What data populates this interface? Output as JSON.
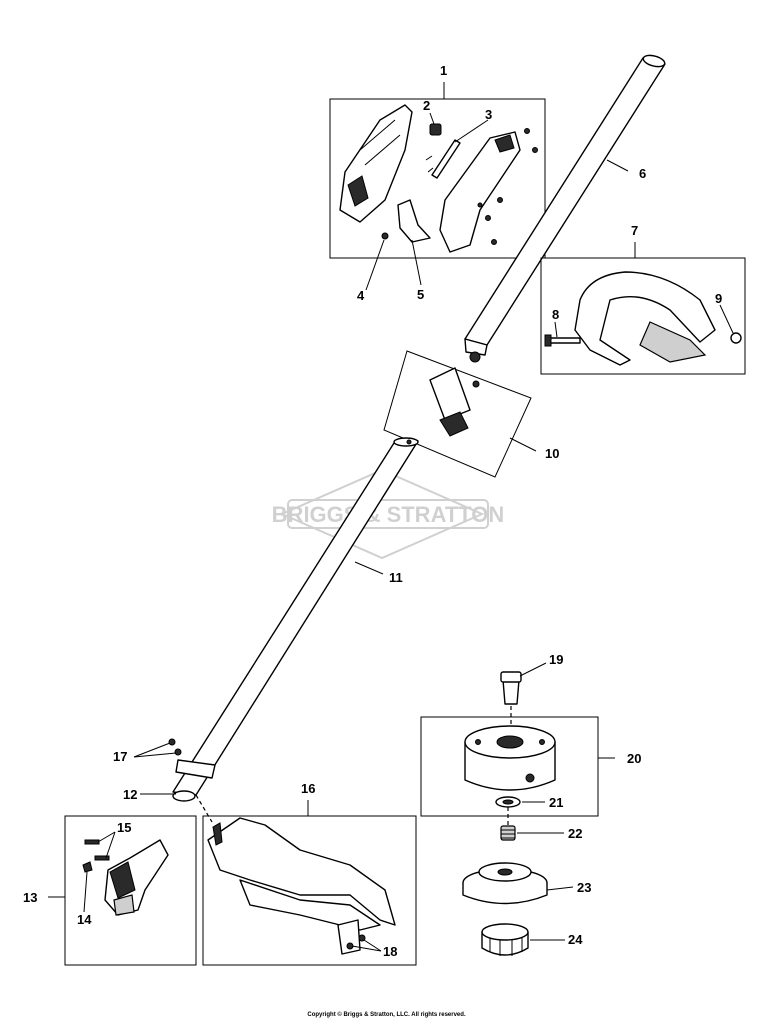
{
  "diagram": {
    "watermark": "BRIGGS & STRATTON",
    "copyright": "Copyright © Briggs & Stratton, LLC. All rights reserved.",
    "callouts": [
      "1",
      "2",
      "3",
      "4",
      "5",
      "6",
      "7",
      "8",
      "9",
      "10",
      "11",
      "12",
      "13",
      "14",
      "15",
      "16",
      "17",
      "18",
      "19",
      "20",
      "21",
      "22",
      "23",
      "24"
    ]
  }
}
